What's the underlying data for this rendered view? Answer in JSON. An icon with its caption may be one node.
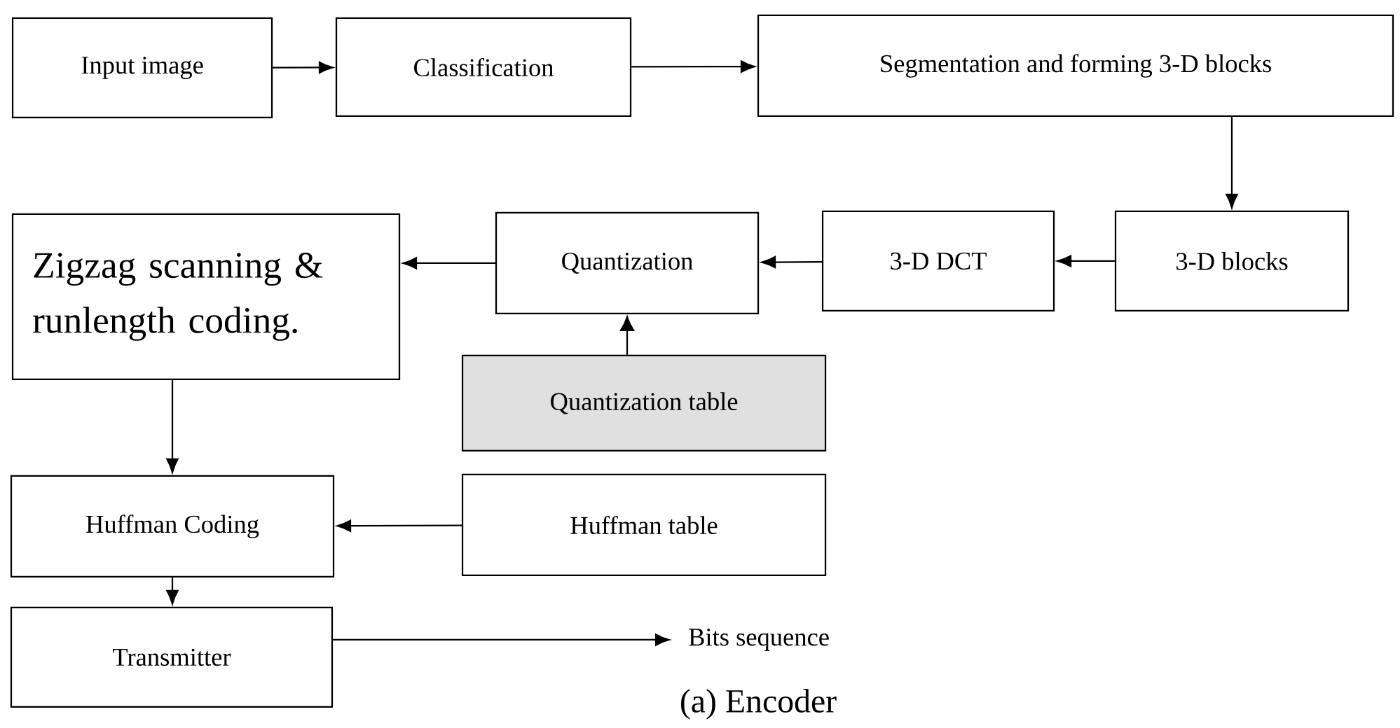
{
  "diagram": {
    "caption": "(a) Encoder",
    "nodes": [
      {
        "text": [
          "Input image"
        ]
      },
      {
        "text": [
          "Classification"
        ]
      },
      {
        "text": [
          "Segmentation and forming 3-D blocks"
        ]
      },
      {
        "text": [
          "3-D blocks"
        ]
      },
      {
        "text": [
          "3-D DCT"
        ]
      },
      {
        "text": [
          "Quantization"
        ]
      },
      {
        "text": [
          "Zigzag scanning & runlength coding."
        ]
      },
      {
        "text": [
          "Quantization table"
        ]
      },
      {
        "text": [
          "Huffman Coding"
        ]
      },
      {
        "text": [
          "Huffman table"
        ]
      },
      {
        "text": [
          "Transmitter"
        ]
      },
      {
        "text": [
          "Bits sequence"
        ]
      }
    ],
    "edges": [
      {
        "from": 0,
        "to": 1,
        "arrow": "to"
      },
      {
        "from": 1,
        "to": 2,
        "arrow": "to"
      },
      {
        "from": 2,
        "to": 3,
        "arrow": "to"
      },
      {
        "from": 3,
        "to": 4,
        "arrow": "to"
      },
      {
        "from": 4,
        "to": 5,
        "arrow": "to"
      },
      {
        "from": 5,
        "to": 6,
        "arrow": "to"
      },
      {
        "from": 7,
        "to": 5,
        "arrow": "to"
      },
      {
        "from": 6,
        "to": 8,
        "arrow": "to"
      },
      {
        "from": 9,
        "to": 8,
        "arrow": "to"
      },
      {
        "from": 8,
        "to": 10,
        "arrow": "to"
      },
      {
        "from": 10,
        "to": 11,
        "arrow": "to"
      }
    ]
  }
}
